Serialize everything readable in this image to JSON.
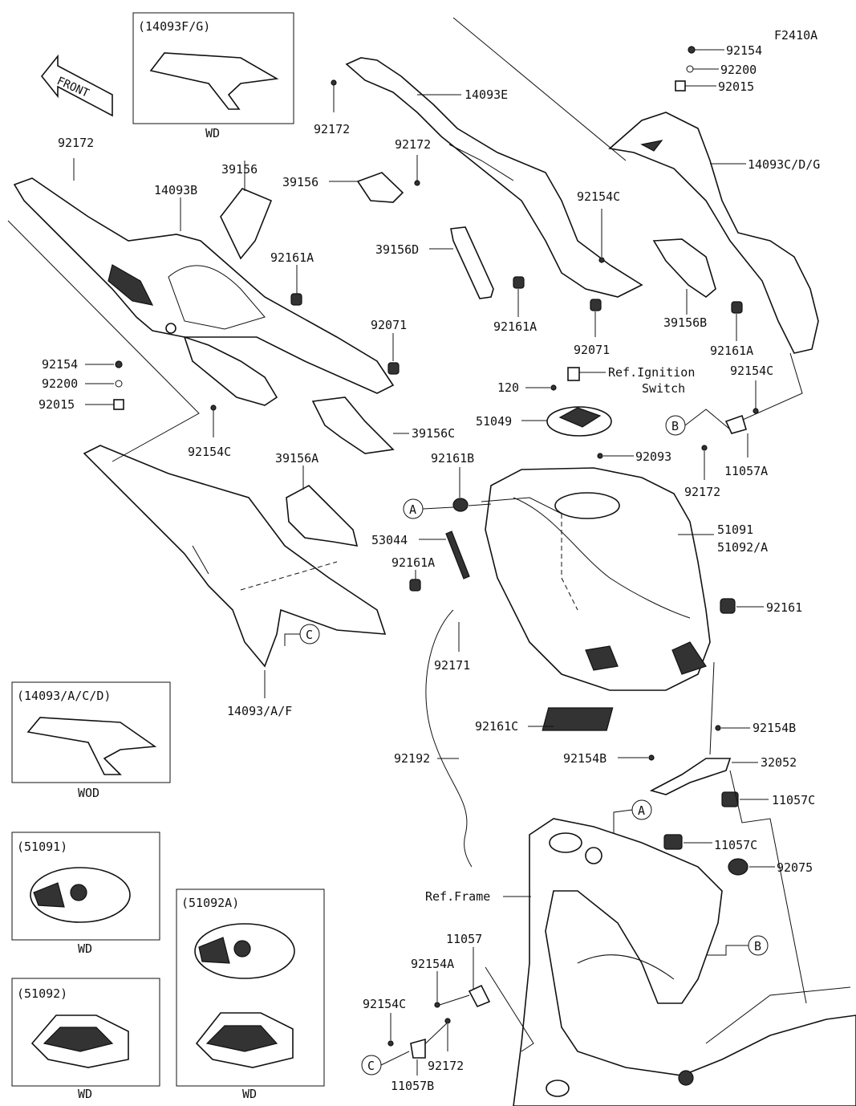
{
  "diagram_code": "F2410A",
  "front_arrow": "FRONT",
  "callouts": {
    "A": "A",
    "B": "B",
    "C": "C"
  },
  "part_labels": {
    "p14093E": "14093E",
    "p92172_top": "92172",
    "p92172_left": "92172",
    "p92172_mid": "92172",
    "p92172_right": "92172",
    "p92172_bottom": "92172",
    "p14093B": "14093B",
    "p39156_a": "39156",
    "p39156_b": "39156",
    "p92161A_1": "92161A",
    "p92161A_2": "92161A",
    "p92161A_3": "92161A",
    "p92161A_4": "92161A",
    "p39156D": "39156D",
    "p92154C_1": "92154C",
    "p92154C_2": "92154C",
    "p92154C_3": "92154C",
    "p92154C_4": "92154C",
    "p92071_1": "92071",
    "p92071_2": "92071",
    "p92154_l": "92154",
    "p92200_l": "92200",
    "p92015_l": "92015",
    "p92154_r": "92154",
    "p92200_r": "92200",
    "p92015_r": "92015",
    "p14093CDG": "14093C/D/G",
    "p39156B": "39156B",
    "p39156C": "39156C",
    "p39156A": "39156A",
    "p120": "120",
    "p51049": "51049",
    "p92093": "92093",
    "p11057A": "11057A",
    "p92161B": "92161B",
    "p53044": "53044",
    "p51091": "51091",
    "p51092A": "51092/A",
    "p92161": "92161",
    "p92171": "92171",
    "p14093AF": "14093/A/F",
    "p92161C": "92161C",
    "p92154B_1": "92154B",
    "p92154B_2": "92154B",
    "p32052": "32052",
    "p11057C_1": "11057C",
    "p11057C_2": "11057C",
    "p92192": "92192",
    "p92075": "92075",
    "p11057": "11057",
    "p92154A": "92154A",
    "p11057B": "11057B"
  },
  "references": {
    "ignition_line1": "Ref.Ignition",
    "ignition_line2": "Switch",
    "frame": "Ref.Frame"
  },
  "variant_boxes": {
    "b14093FG": {
      "title": "(14093F/G)",
      "caption": "WD"
    },
    "b14093ACD": {
      "title": "(14093/A/C/D)",
      "caption": "WOD"
    },
    "b51091": {
      "title": "(51091)",
      "caption": "WD"
    },
    "b51092": {
      "title": "(51092)",
      "caption": "WD"
    },
    "b51092A": {
      "title": "(51092A)",
      "caption": "WD"
    }
  }
}
